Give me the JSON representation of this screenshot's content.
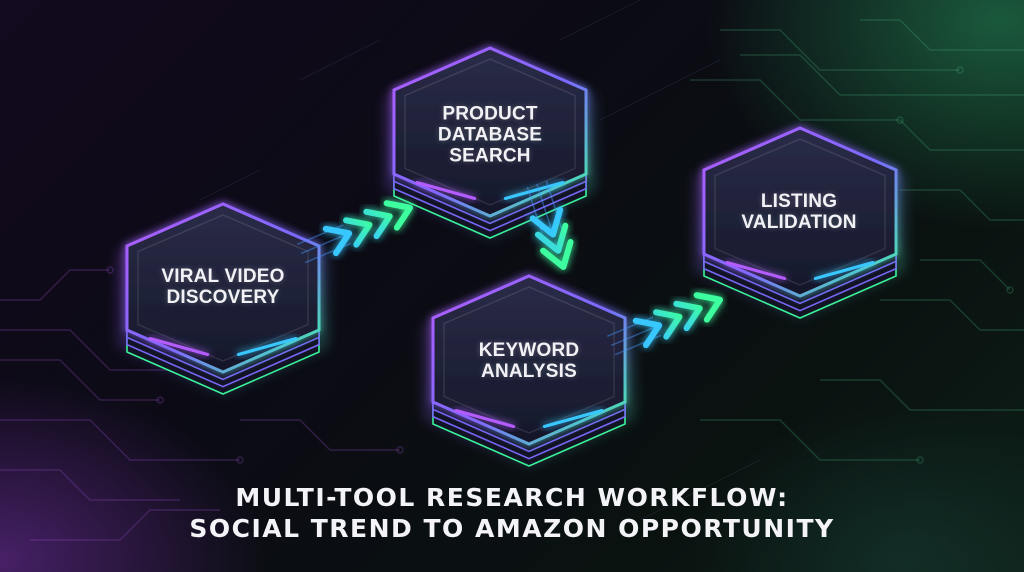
{
  "nodes": [
    {
      "id": "viral",
      "label_lines": [
        "VIRAL VIDEO",
        "DISCOVERY"
      ]
    },
    {
      "id": "database",
      "label_lines": [
        "PRODUCT",
        "DATABASE",
        "SEARCH"
      ]
    },
    {
      "id": "keyword",
      "label_lines": [
        "KEYWORD",
        "ANALYSIS"
      ]
    },
    {
      "id": "listing",
      "label_lines": [
        "LISTING",
        "VALIDATION"
      ]
    }
  ],
  "labels": {
    "viral": "VIRAL VIDEO\nDISCOVERY",
    "database": "PRODUCT\nDATABASE\nSEARCH",
    "keyword": "KEYWORD\nANALYSIS",
    "listing": "LISTING\nVALIDATION"
  },
  "title": {
    "line1": "MULTI-TOOL RESEARCH WORKFLOW:",
    "line2": "SOCIAL TREND TO AMAZON OPPORTUNITY"
  },
  "colors": {
    "purple": "#b45cff",
    "green": "#3dffa0",
    "cyan": "#38c8ff",
    "tile": "#1b1d33"
  }
}
